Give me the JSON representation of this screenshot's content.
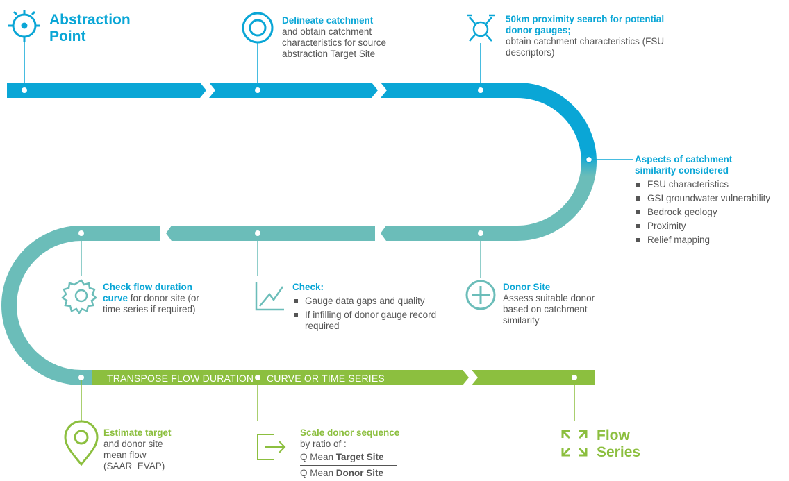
{
  "colors": {
    "blue": "#0aa6d6",
    "teal": "#6bbdb9",
    "green": "#8cbf3f",
    "text": "#555555"
  },
  "steps": {
    "abstraction_point": {
      "title_line1": "Abstraction",
      "title_line2": "Point",
      "icon": "target-crosshair-icon"
    },
    "delineate": {
      "title": "Delineate catchment",
      "body": "and obtain catchment characteristics for source abstraction Target Site",
      "icon": "concentric-circles-icon"
    },
    "proximity": {
      "title": "50km proximity search for potential donor gauges;",
      "body": "obtain catchment characteristics (FSU descriptors)",
      "icon": "satellite-icon"
    },
    "aspects": {
      "title": "Aspects of catchment similarity considered",
      "items": [
        "FSU characteristics",
        "GSI groundwater vulnerability",
        "Bedrock geology",
        "Proximity",
        "Relief mapping"
      ]
    },
    "donor_site": {
      "title": "Donor Site",
      "body": "Assess suitable donor based on catchment similarity",
      "icon": "plus-circle-icon"
    },
    "check": {
      "title": "Check:",
      "items": [
        "Gauge data gaps and quality",
        "If infilling of donor gauge record required"
      ],
      "icon": "line-chart-icon"
    },
    "check_flow": {
      "title_a": "Check flow duration",
      "title_b": "curve",
      "body_a": " for donor site (or",
      "body_b": "time series if required)",
      "icon": "gear-icon"
    },
    "transpose": {
      "label_a": "TRANSPOSE FLOW  DURATION",
      "label_b": "CURVE OR TIME SERIES"
    },
    "estimate": {
      "title": "Estimate target",
      "body": "and donor site mean flow (SAAR_EVAP)",
      "icon": "map-pin-icon"
    },
    "scale": {
      "title": "Scale donor sequence",
      "body": "by ratio of :",
      "num_a": "Q Mean ",
      "num_b": "Target Site",
      "den_a": "Q Mean ",
      "den_b": "Donor Site",
      "icon": "arrow-into-box-icon"
    },
    "flow_series": {
      "line1": "Flow",
      "line2": "Series",
      "icon": "expand-arrows-icon"
    }
  }
}
